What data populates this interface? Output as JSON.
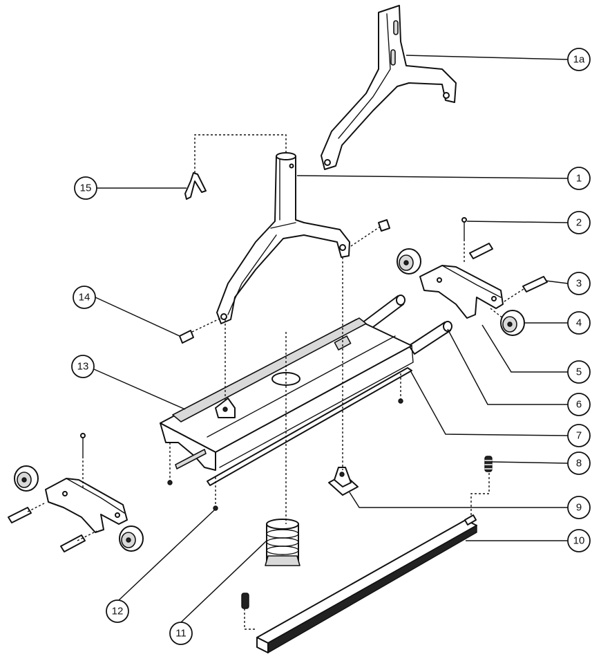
{
  "callouts": [
    {
      "id": "1a",
      "label": "1a"
    },
    {
      "id": "1",
      "label": "1"
    },
    {
      "id": "2",
      "label": "2"
    },
    {
      "id": "3",
      "label": "3"
    },
    {
      "id": "4",
      "label": "4"
    },
    {
      "id": "5",
      "label": "5"
    },
    {
      "id": "6",
      "label": "6"
    },
    {
      "id": "7",
      "label": "7"
    },
    {
      "id": "8",
      "label": "8"
    },
    {
      "id": "9",
      "label": "9"
    },
    {
      "id": "10",
      "label": "10"
    },
    {
      "id": "11",
      "label": "11"
    },
    {
      "id": "12",
      "label": "12"
    },
    {
      "id": "13",
      "label": "13"
    },
    {
      "id": "14",
      "label": "14"
    },
    {
      "id": "15",
      "label": "15"
    }
  ]
}
